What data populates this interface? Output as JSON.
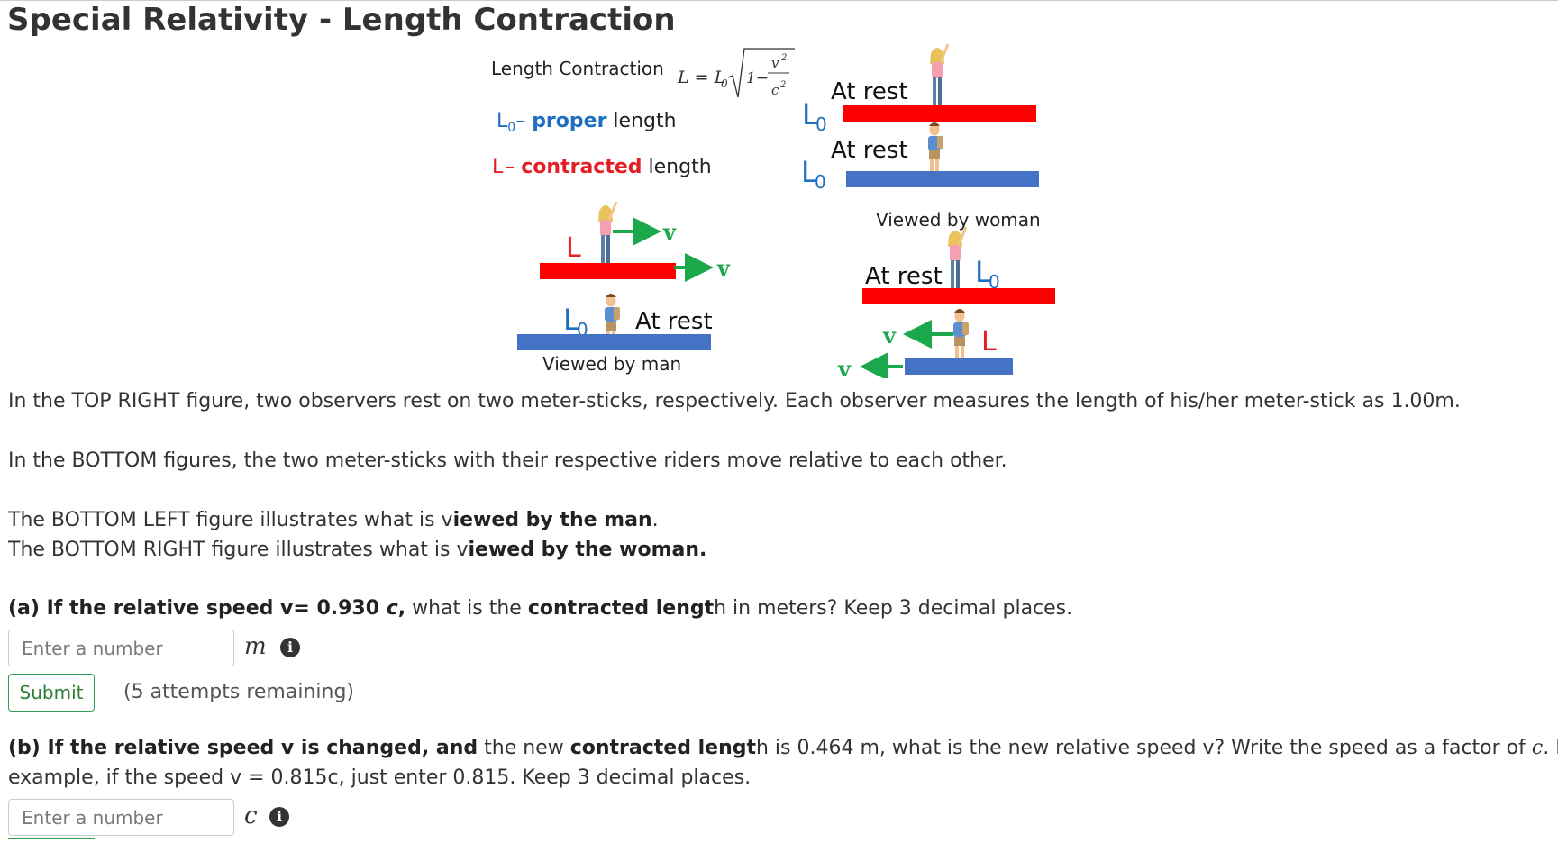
{
  "page": {
    "title": "Special Relativity - Length Contraction"
  },
  "figure": {
    "formula_label": "Length Contraction",
    "proper_symbol": "L",
    "proper_sub": "0",
    "proper_dash": "– ",
    "proper_word": "proper",
    "proper_rest": " length",
    "contracted_symbol": "L",
    "contracted_dash": "– ",
    "contracted_word": "contracted",
    "contracted_rest": " length",
    "at_rest": "At rest",
    "viewed_by_woman": "Viewed by woman",
    "viewed_by_man": "Viewed by man",
    "velocity": "v",
    "L0_symbol": "L",
    "L0_sub": "0",
    "L_symbol": "L",
    "colors": {
      "red_stick": "#ff0000",
      "blue_stick": "#4472c4",
      "proper_blue": "#1e6fc2",
      "contracted_red": "#e31e24",
      "arrow_green": "#1aa84a"
    }
  },
  "text": {
    "p1": "In the TOP RIGHT figure, two observers rest on two meter-sticks, respectively. Each observer measures the length of his/her meter-stick as 1.00m.",
    "p2": "In the BOTTOM figures, the two meter-sticks with their respective riders  move relative to each other.",
    "p3_a": "The BOTTOM LEFT figure illustrates what is v",
    "p3_b": "iewed by the man",
    "p3_c": ".",
    "p4_a": "The BOTTOM RIGHT figure illustrates what is v",
    "p4_b": "iewed by the woman."
  },
  "question_a": {
    "part1": "(a) If the relative speed v= 0.930 ",
    "c": "c",
    "part2": ",",
    "part3": " what is the ",
    "part4": "contracted lengt",
    "part5": "h in meters? Keep 3 decimal places.",
    "placeholder": "Enter a number",
    "unit": "m",
    "submit_label": "Submit",
    "attempts": "(5 attempts remaining)"
  },
  "question_b": {
    "part1": "(b) If the relative speed v is changed, and",
    "part2": " the new ",
    "part3": "contracted lengt",
    "part4": "h is 0.464 m, what is the new relative speed v? Write the speed as a factor of ",
    "c": "c",
    "part5": ". For",
    "line2": "example, if the speed v = 0.815c, just enter 0.815. Keep 3 decimal places.",
    "placeholder": "Enter a number",
    "unit": "c"
  }
}
